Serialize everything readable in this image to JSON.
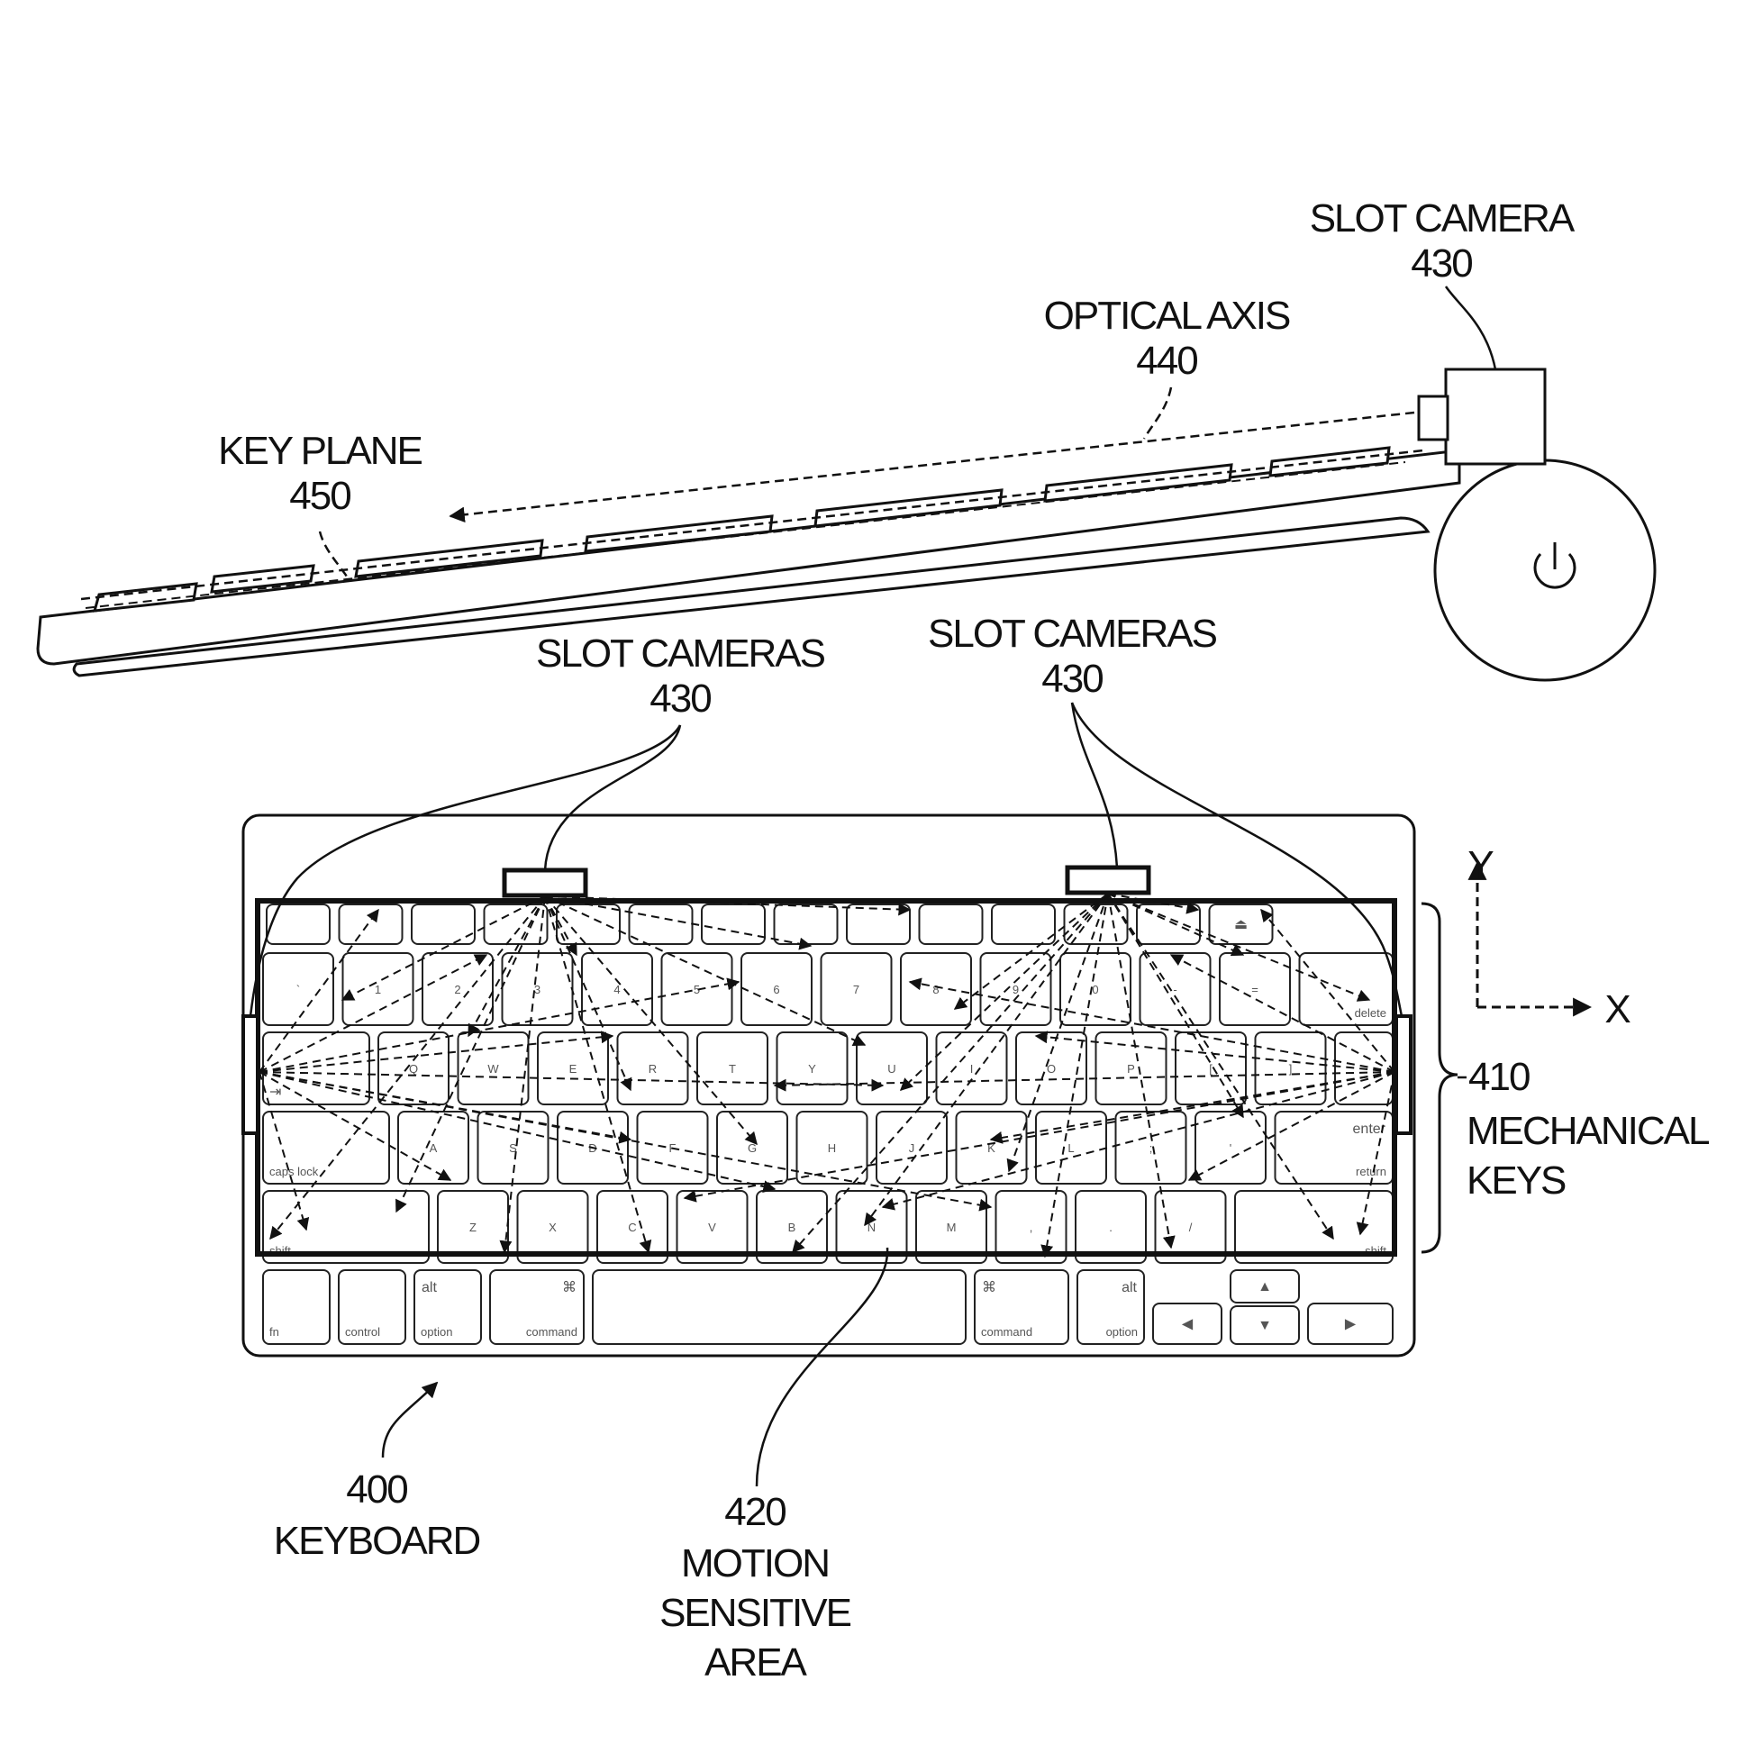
{
  "labels": {
    "slot_camera_top": {
      "name": "SLOT CAMERA",
      "ref": "430"
    },
    "optical_axis": {
      "name": "OPTICAL AXIS",
      "ref": "440"
    },
    "key_plane": {
      "name": "KEY PLANE",
      "ref": "450"
    },
    "slot_cameras_left": {
      "name": "SLOT CAMERAS",
      "ref": "430"
    },
    "slot_cameras_right": {
      "name": "SLOT CAMERAS",
      "ref": "430"
    },
    "mechanical_keys": {
      "ref": "410",
      "line1": "MECHANICAL",
      "line2": "KEYS"
    },
    "keyboard": {
      "ref": "400",
      "name": "KEYBOARD"
    },
    "motion_area": {
      "ref": "420",
      "line1": "MOTION",
      "line2": "SENSITIVE",
      "line3": "AREA"
    },
    "axes": {
      "y": "Y",
      "x": "X"
    }
  },
  "keys": {
    "fn": "fn",
    "control": "control",
    "option": "option",
    "command": "command",
    "alt": "alt",
    "cmd": "⌘",
    "caps_lock": "caps lock",
    "shift": "shift",
    "delete": "delete",
    "enter": "enter",
    "return": "return",
    "tab": "⇥",
    "eject": "⏏",
    "power": "⏻",
    "arrow_up": "▲",
    "arrow_down": "▼",
    "arrow_left": "◀",
    "arrow_right": "▶",
    "row_q": [
      "Q",
      "W",
      "E",
      "R",
      "T",
      "Y",
      "U",
      "I",
      "O",
      "P",
      "[",
      "]"
    ],
    "row_a": [
      "A",
      "S",
      "D",
      "F",
      "G",
      "H",
      "J",
      "K",
      "L",
      ";",
      "'"
    ],
    "row_z": [
      "Z",
      "X",
      "C",
      "V",
      "B",
      "N",
      "M",
      ",",
      ".",
      "/"
    ],
    "row_num": [
      "`",
      "1",
      "2",
      "3",
      "4",
      "5",
      "6",
      "7",
      "8",
      "9",
      "0",
      "-",
      "="
    ]
  }
}
